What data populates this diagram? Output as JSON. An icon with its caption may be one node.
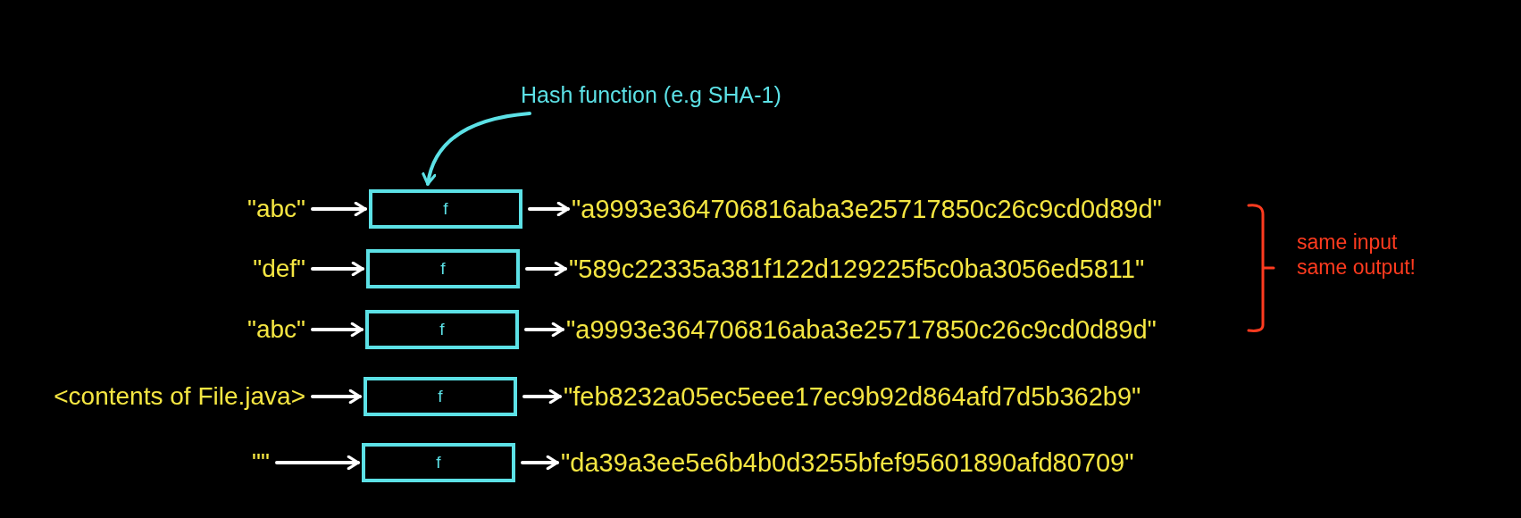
{
  "diagram": {
    "nodes": [
      {
        "text": [
          "Hash function (e.g SHA-1)"
        ]
      },
      {
        "text": [
          "\"abc\""
        ]
      },
      {
        "text": [
          "f"
        ]
      },
      {
        "text": [
          "\"a9993e364706816aba3e25717850c26c9cd0d89d\""
        ]
      },
      {
        "text": [
          "\"def\""
        ]
      },
      {
        "text": [
          "f"
        ]
      },
      {
        "text": [
          "\"589c22335a381f122d129225f5c0ba3056ed5811\""
        ]
      },
      {
        "text": [
          "\"abc\""
        ]
      },
      {
        "text": [
          "f"
        ]
      },
      {
        "text": [
          "\"a9993e364706816aba3e25717850c26c9cd0d89d\""
        ]
      },
      {
        "text": [
          "<contents of File.java>"
        ]
      },
      {
        "text": [
          "f"
        ]
      },
      {
        "text": [
          "\"feb8232a05ec5eee17ec9b92d864afd7d5b362b9\""
        ]
      },
      {
        "text": [
          "\"\""
        ]
      },
      {
        "text": [
          "f"
        ]
      },
      {
        "text": [
          "\"da39a3ee5e6b4b0d3255bfef95601890afd80709\""
        ]
      }
    ],
    "edges": [
      {
        "from": 0,
        "to": 2,
        "arrow": "to",
        "color": "#5ce1e6"
      },
      {
        "from": 1,
        "to": 2,
        "arrow": "to"
      },
      {
        "from": 2,
        "to": 3,
        "arrow": "to"
      },
      {
        "from": 4,
        "to": 5,
        "arrow": "to"
      },
      {
        "from": 5,
        "to": 6,
        "arrow": "to"
      },
      {
        "from": 7,
        "to": 8,
        "arrow": "to"
      },
      {
        "from": 8,
        "to": 9,
        "arrow": "to"
      },
      {
        "from": 10,
        "to": 11,
        "arrow": "to"
      },
      {
        "from": 11,
        "to": 12,
        "arrow": "to"
      },
      {
        "from": 13,
        "to": 14,
        "arrow": "to"
      },
      {
        "from": 14,
        "to": 15,
        "arrow": "to"
      }
    ],
    "labels": [
      "same input same output!"
    ]
  }
}
